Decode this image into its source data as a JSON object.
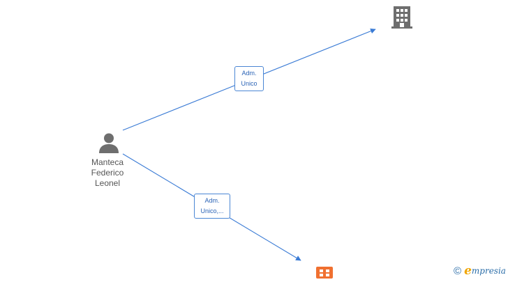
{
  "person": {
    "name_lines": [
      "Manteca",
      "Federico",
      "Leonel"
    ],
    "icon": "person-icon"
  },
  "companies": [
    {
      "icon": "building-icon",
      "color": "#6e6e6e"
    },
    {
      "icon": "building-icon",
      "color": "#f07030"
    }
  ],
  "relations": [
    {
      "label_lines": [
        "Adm.",
        "Unico"
      ],
      "target": 0
    },
    {
      "label_lines": [
        "Adm.",
        "Unico,..."
      ],
      "target": 1
    }
  ],
  "colors": {
    "edge": "#3a7bd5",
    "person": "#6e6e6e"
  },
  "watermark": {
    "copyright": "©",
    "brand_initial": "e",
    "brand_rest": "mpresia"
  }
}
